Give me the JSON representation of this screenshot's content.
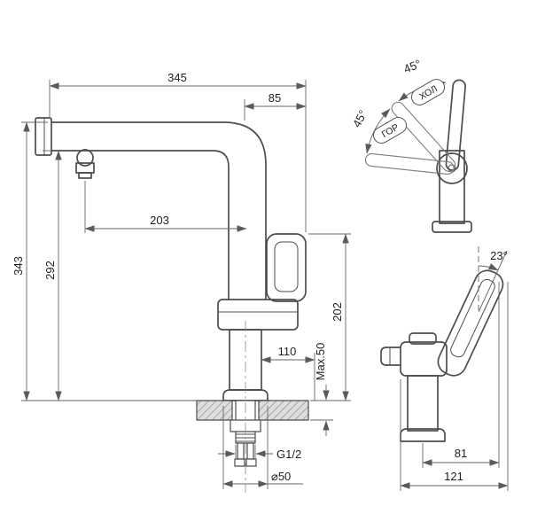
{
  "drawing": {
    "front_view": {
      "total_width": "345",
      "spout_to_handle": "85",
      "spout_reach": "203",
      "total_height": "343",
      "spout_height": "292",
      "handle_height": "202",
      "base_offset": "110",
      "deck_thickness": "Max.50",
      "thread_size": "G1/2",
      "base_diameter": "⌀50"
    },
    "top_view": {
      "swing_angle_cold": "45°",
      "swing_angle_hot": "45°",
      "cold_label": "ХОЛ",
      "hot_label": "ГОР"
    },
    "side_view": {
      "handle_tilt_angle": "23°",
      "handle_overhang": "81",
      "total_depth": "121"
    },
    "colors": {
      "line": "#4d4d4d",
      "dimension": "#666666",
      "hatch_fill": "#dedede"
    }
  }
}
